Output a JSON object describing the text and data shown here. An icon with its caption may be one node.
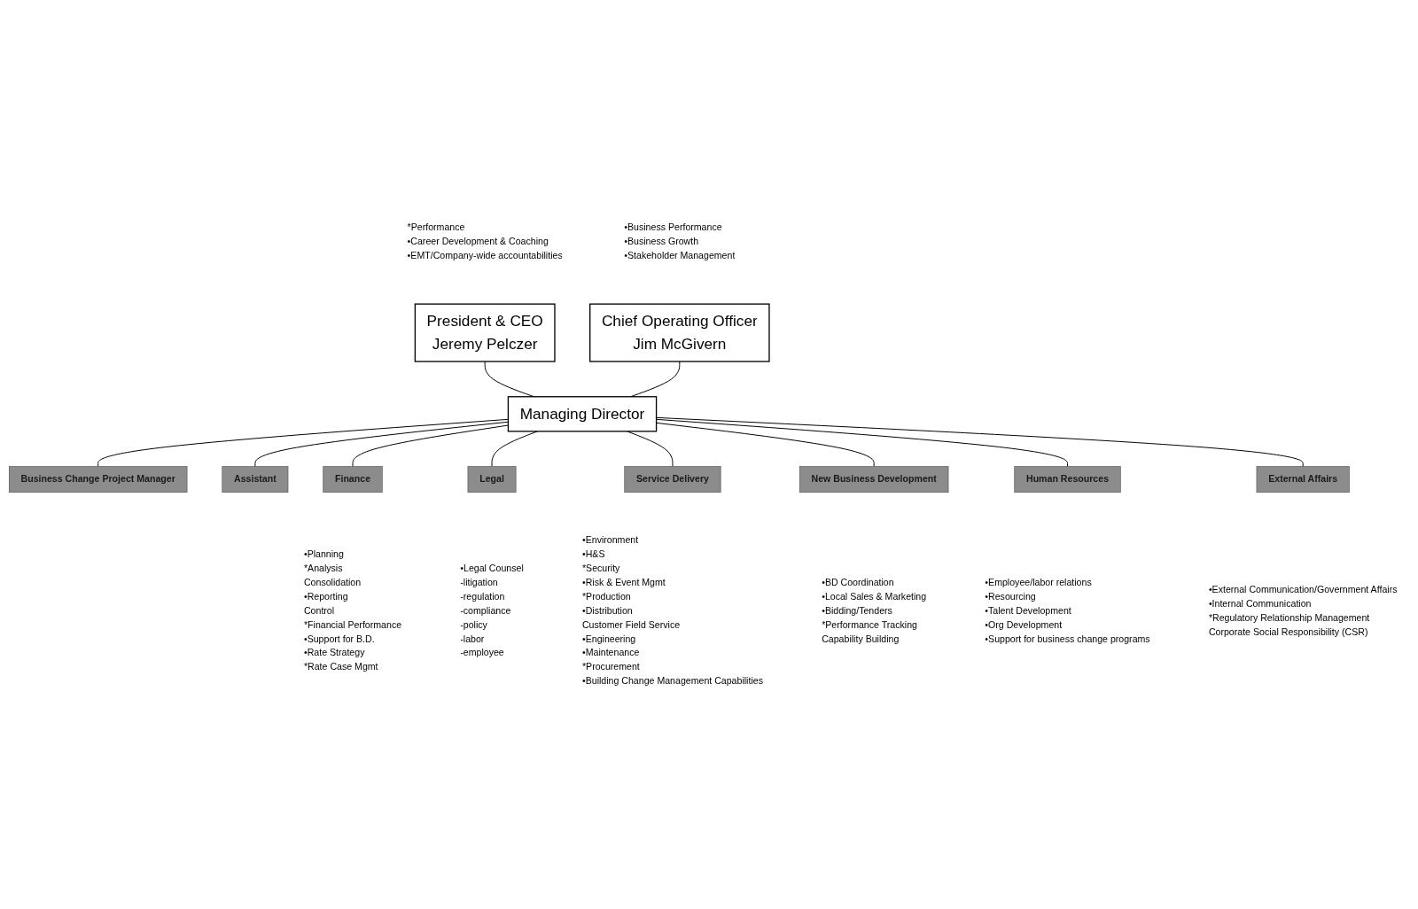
{
  "diagram": {
    "nodes": [
      {
        "text": [
          "President & CEO",
          "Jeremy Pelczer"
        ],
        "beside": [
          "*Performance",
          "•Career Development &  Coaching",
          "•EMT/Company-wide accountabilities"
        ]
      },
      {
        "text": [
          "Chief Operating Officer",
          "Jim McGivern"
        ],
        "beside": [
          "•Business Performance",
          "•Business Growth",
          "•Stakeholder Management"
        ]
      },
      {
        "text": [
          "Managing Director"
        ]
      },
      {
        "text": [
          "Business Change Project Manager"
        ]
      },
      {
        "text": [
          "Assistant"
        ]
      },
      {
        "text": [
          "Finance"
        ],
        "beside": [
          "•Planning",
          "*Analysis",
          "Consolidation",
          "•Reporting",
          "Control",
          "*Financial Performance",
          "•Support for B.D.",
          "•Rate Strategy",
          "*Rate Case Mgmt"
        ]
      },
      {
        "text": [
          "Legal"
        ],
        "beside": [
          "•Legal Counsel",
          "-litigation",
          "-regulation",
          "-compliance",
          "-policy",
          "-labor",
          "-employee"
        ]
      },
      {
        "text": [
          "Service Delivery"
        ],
        "beside": [
          "•Environment",
          "•H&S",
          "*Security",
          "•Risk & Event Mgmt",
          "*Production",
          "•Distribution",
          "Customer Field Service",
          "•Engineering",
          "•Maintenance",
          "*Procurement",
          "•Building Change Management Capabilities"
        ]
      },
      {
        "text": [
          "New Business Development"
        ],
        "beside": [
          "•BD Coordination",
          "•Local Sales & Marketing",
          "•Bidding/Tenders",
          "*Performance Tracking",
          "Capability Building"
        ]
      },
      {
        "text": [
          "Human Resources"
        ],
        "beside": [
          "•Employee/labor relations",
          "•Resourcing",
          "•Talent Development",
          "•Org Development",
          "•Support for business change programs"
        ]
      },
      {
        "text": [
          "External Affairs"
        ],
        "beside": [
          "•External Communication/Government Affairs",
          "•Internal Communication",
          "*Regulatory Relationship Management",
          "Corporate Social Responsibility (CSR)"
        ]
      }
    ],
    "edges": [
      {
        "from": 0,
        "to": 2,
        "arrow": "none"
      },
      {
        "from": 1,
        "to": 2,
        "arrow": "none"
      },
      {
        "from": 2,
        "to": 3,
        "arrow": "none"
      },
      {
        "from": 2,
        "to": 4,
        "arrow": "none"
      },
      {
        "from": 2,
        "to": 5,
        "arrow": "none"
      },
      {
        "from": 2,
        "to": 6,
        "arrow": "none"
      },
      {
        "from": 2,
        "to": 7,
        "arrow": "none"
      },
      {
        "from": 2,
        "to": 8,
        "arrow": "none"
      },
      {
        "from": 2,
        "to": 9,
        "arrow": "none"
      },
      {
        "from": 2,
        "to": 10,
        "arrow": "none"
      }
    ]
  }
}
